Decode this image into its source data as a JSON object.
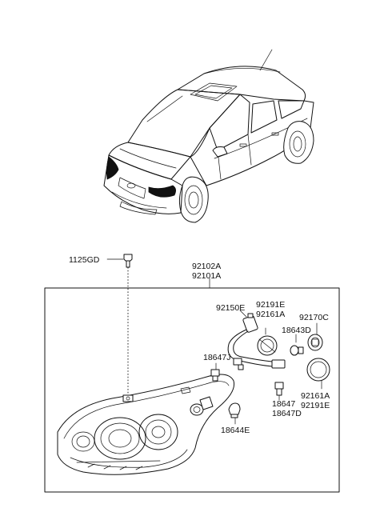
{
  "labels": {
    "screw": "1125GD",
    "assy_lh": "92102A",
    "assy_rh": "92101A",
    "socket_wiring": "92150E",
    "cap_top_1": "92191E",
    "cap_top_2": "92161A",
    "bulb_side": "92170C",
    "bulb_small": "18643D",
    "bulb_left": "18647J",
    "cap_bottom_1": "92161A",
    "cap_bottom_2": "92191E",
    "bulb_bottom_1": "18647",
    "bulb_bottom_2": "18647D",
    "bulb_wedge": "18644E"
  }
}
